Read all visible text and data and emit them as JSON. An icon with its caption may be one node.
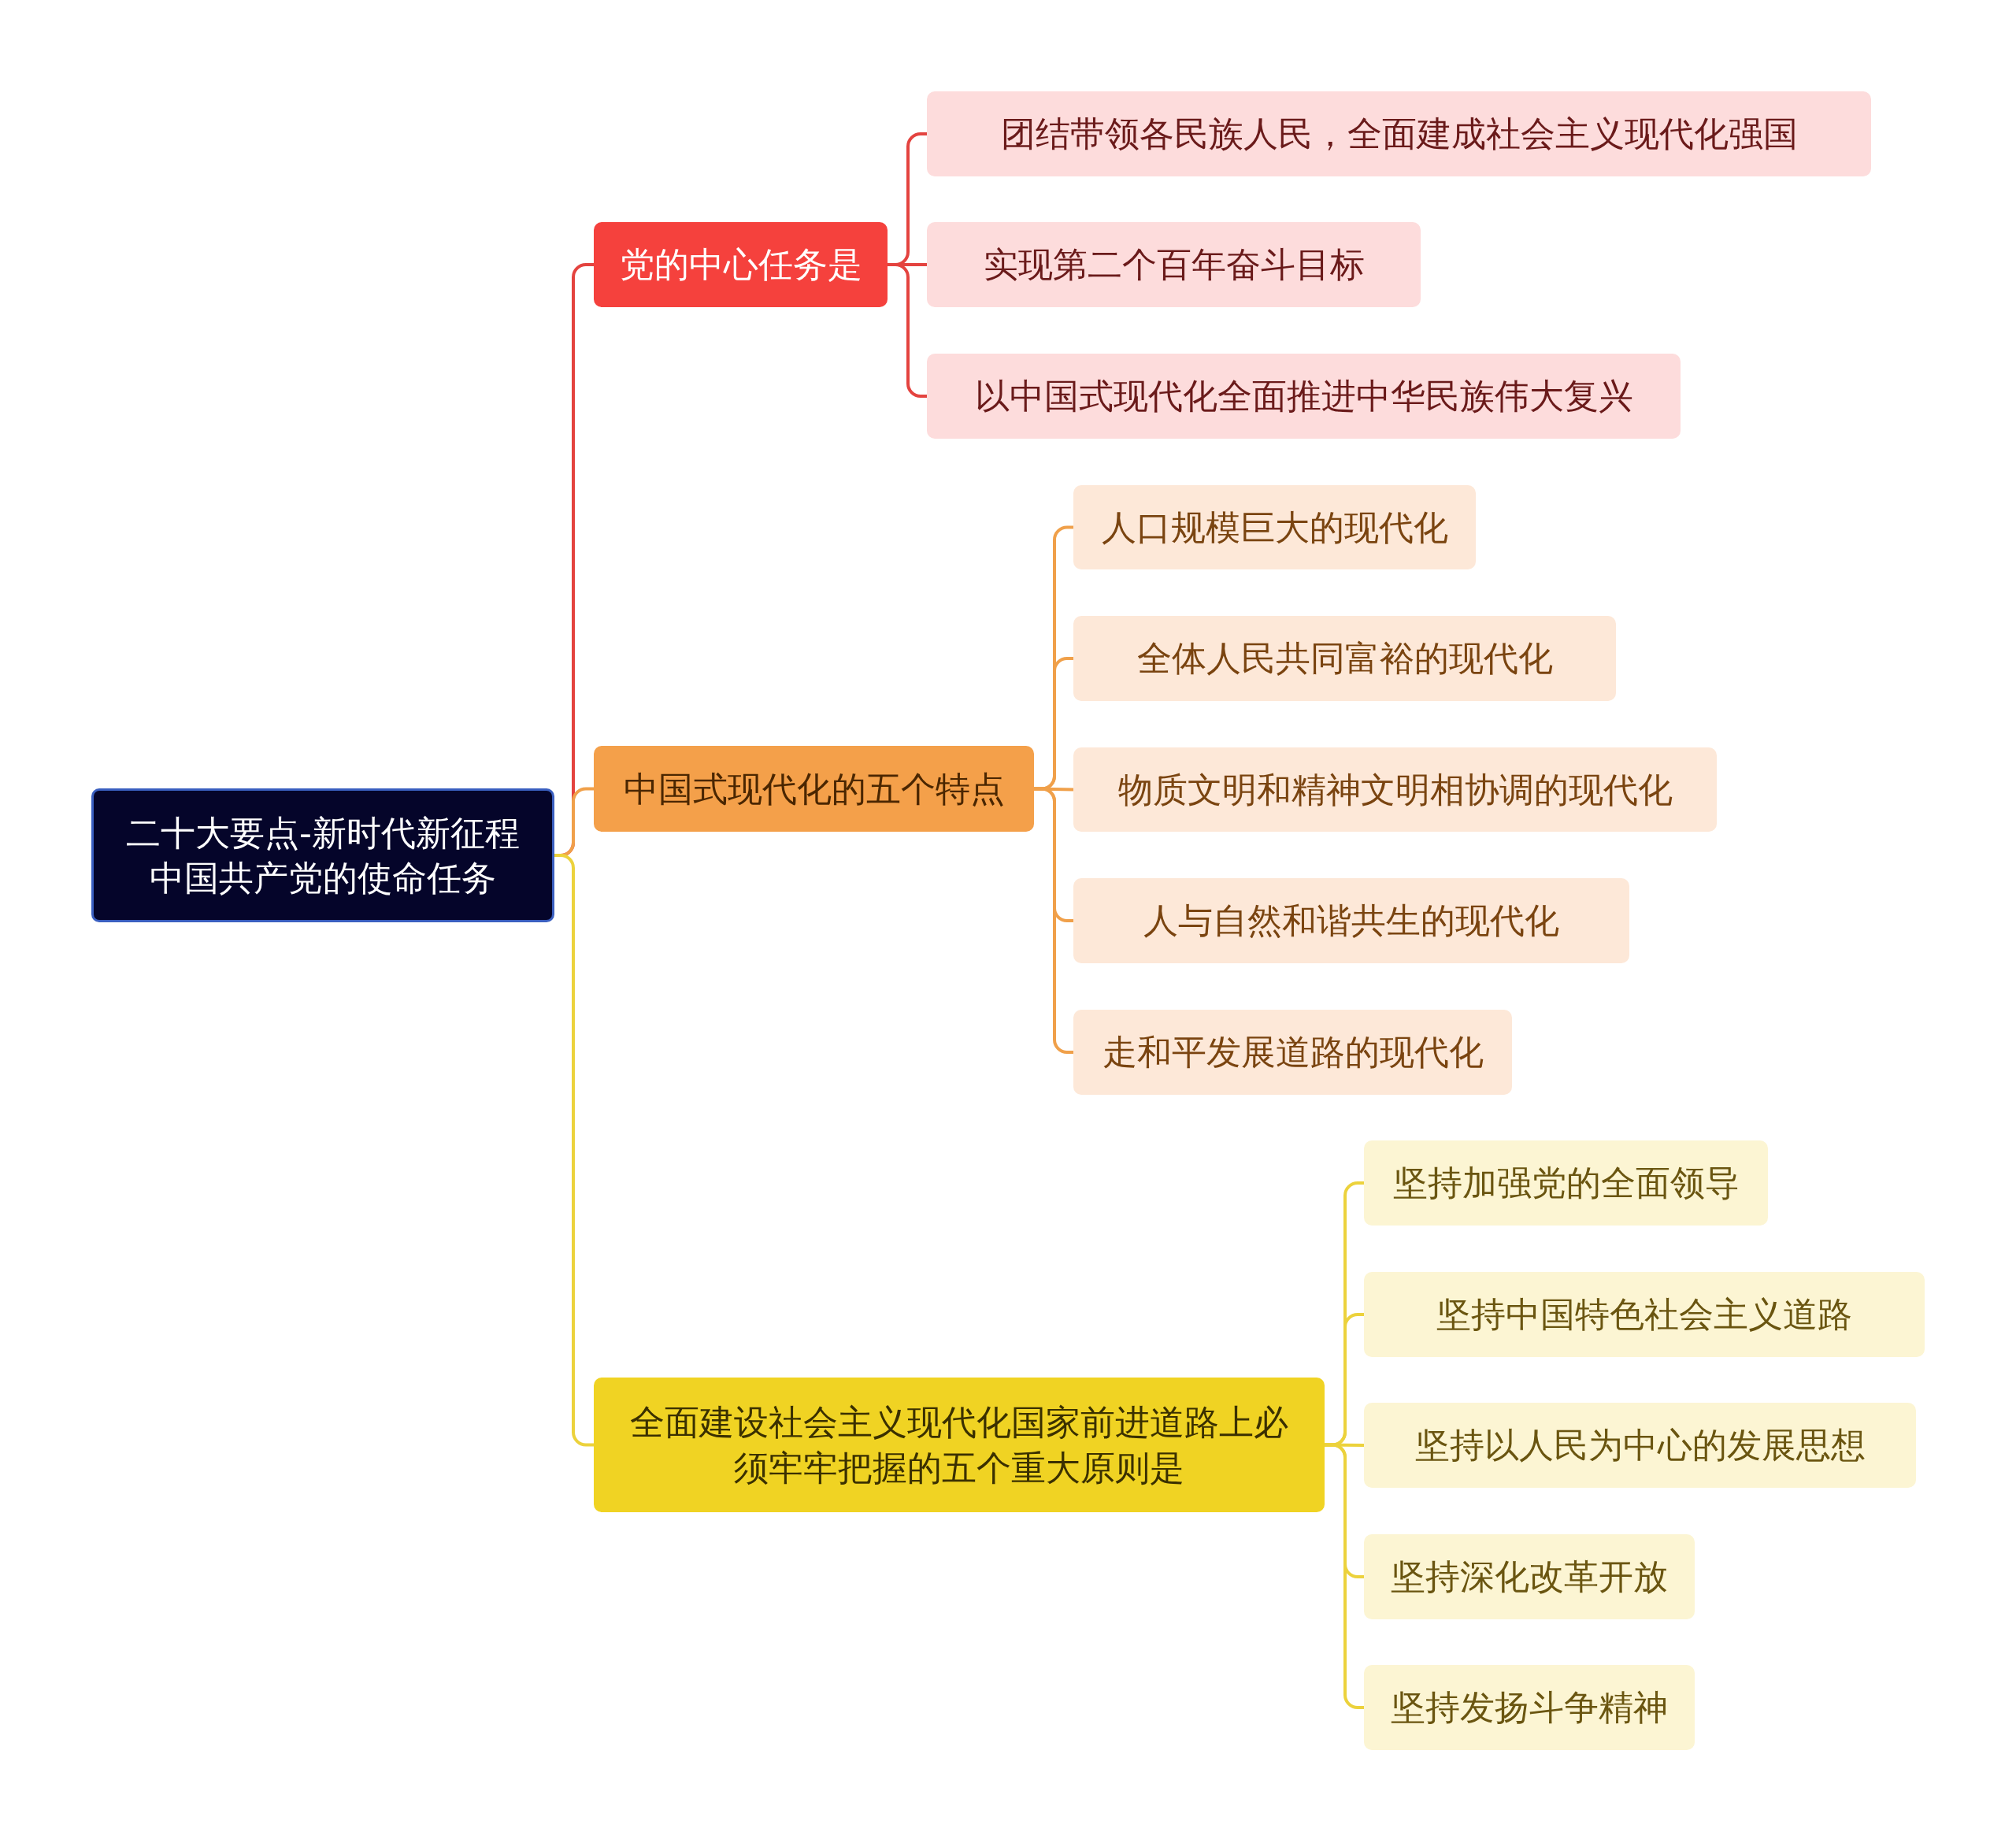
{
  "diagram": {
    "nodes": [
      {
        "text": [
          "二十大要点-新时代新征程中国共产党的使命任务"
        ]
      },
      {
        "text": [
          "党的中心任务是"
        ]
      },
      {
        "text": [
          "团结带领各民族人民，全面建成社会主义现代化强国"
        ]
      },
      {
        "text": [
          "实现第二个百年奋斗目标"
        ]
      },
      {
        "text": [
          "以中国式现代化全面推进中华民族伟大复兴"
        ]
      },
      {
        "text": [
          "中国式现代化的五个特点"
        ]
      },
      {
        "text": [
          "人口规模巨大的现代化"
        ]
      },
      {
        "text": [
          "全体人民共同富裕的现代化"
        ]
      },
      {
        "text": [
          "物质文明和精神文明相协调的现代化"
        ]
      },
      {
        "text": [
          "人与自然和谐共生的现代化"
        ]
      },
      {
        "text": [
          "走和平发展道路的现代化"
        ]
      },
      {
        "text": [
          "全面建设社会主义现代化国家前进道路上必须牢牢把握的五个重大原则是"
        ]
      },
      {
        "text": [
          "坚持加强党的全面领导"
        ]
      },
      {
        "text": [
          "坚持中国特色社会主义道路"
        ]
      },
      {
        "text": [
          "坚持以人民为中心的发展思想"
        ]
      },
      {
        "text": [
          "坚持深化改革开放"
        ]
      },
      {
        "text": [
          "坚持发扬斗争精神"
        ]
      }
    ],
    "edges": [
      {
        "from": 0,
        "to": 1,
        "arrow": "none",
        "color": "#e4433f"
      },
      {
        "from": 0,
        "to": 5,
        "arrow": "none",
        "color": "#f0a04a"
      },
      {
        "from": 0,
        "to": 11,
        "arrow": "none"
      },
      {
        "from": 1,
        "to": 2,
        "arrow": "none",
        "color": "#e4433f"
      },
      {
        "from": 1,
        "to": 3,
        "arrow": "none",
        "color": "#e4433f"
      },
      {
        "from": 1,
        "to": 4,
        "arrow": "none",
        "color": "#e4433f"
      },
      {
        "from": 5,
        "to": 6,
        "arrow": "none",
        "color": "#f0a04a"
      },
      {
        "from": 5,
        "to": 7,
        "arrow": "none",
        "color": "#f0a04a"
      },
      {
        "from": 5,
        "to": 8,
        "arrow": "none",
        "color": "#f0a04a"
      },
      {
        "from": 5,
        "to": 9,
        "arrow": "none",
        "color": "#f0a04a"
      },
      {
        "from": 5,
        "to": 10,
        "arrow": "none",
        "color": "#f0a04a"
      },
      {
        "from": 11,
        "to": 12,
        "arrow": "none"
      },
      {
        "from": 11,
        "to": 13,
        "arrow": "none"
      },
      {
        "from": 11,
        "to": 14,
        "arrow": "none"
      },
      {
        "from": 11,
        "to": 15,
        "arrow": "none"
      },
      {
        "from": 11,
        "to": 16,
        "arrow": "none"
      }
    ]
  }
}
